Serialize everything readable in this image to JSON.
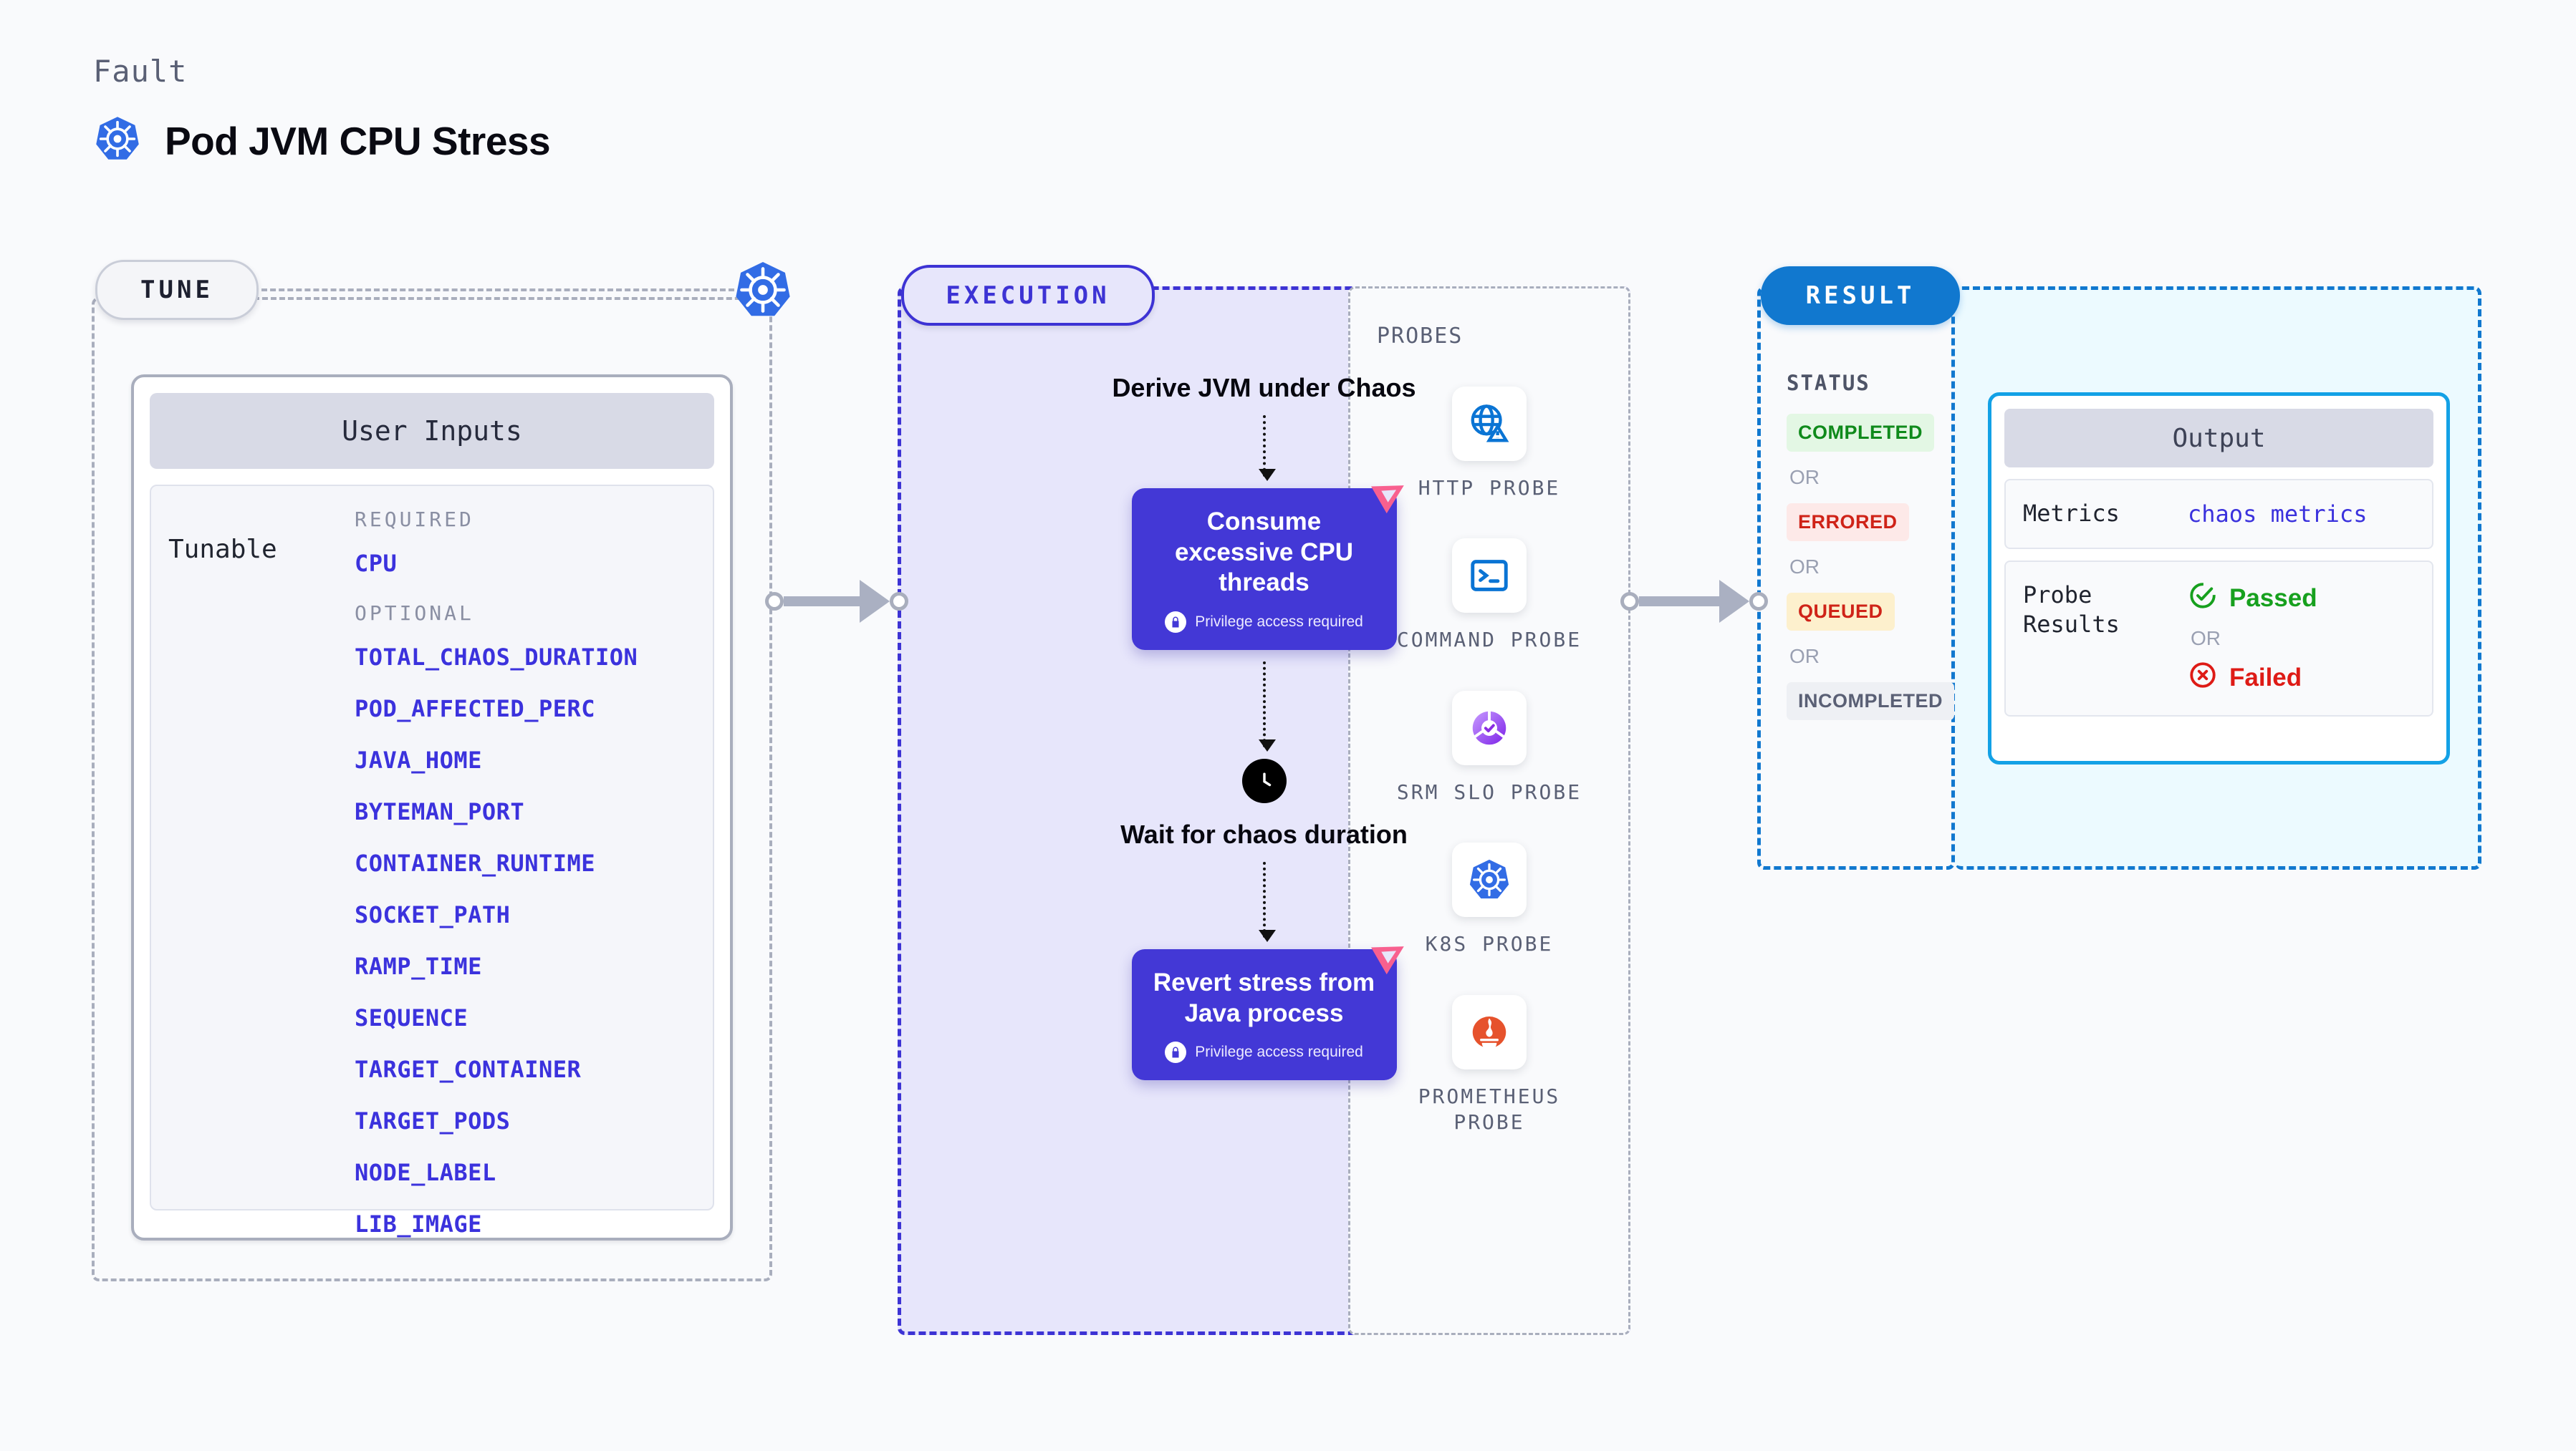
{
  "header": {
    "eyebrow": "Fault",
    "title": "Pod JVM CPU Stress",
    "icon": "kubernetes-icon"
  },
  "tune": {
    "badge": "TUNE",
    "node_icon": "kubernetes-icon",
    "user_inputs": {
      "header": "User Inputs",
      "row_label": "Tunable",
      "groups": [
        {
          "label": "REQUIRED",
          "params": [
            "CPU"
          ]
        },
        {
          "label": "OPTIONAL",
          "params": [
            "TOTAL_CHAOS_DURATION",
            "POD_AFFECTED_PERC",
            "JAVA_HOME",
            "BYTEMAN_PORT",
            "CONTAINER_RUNTIME",
            "SOCKET_PATH",
            "RAMP_TIME",
            "SEQUENCE",
            "TARGET_CONTAINER",
            "TARGET_PODS",
            "NODE_LABEL",
            "LIB_IMAGE"
          ]
        }
      ]
    }
  },
  "execution": {
    "badge": "EXECUTION",
    "steps": [
      {
        "type": "text",
        "label": "Derive JVM under Chaos"
      },
      {
        "type": "box",
        "label": "Consume excessive CPU threads",
        "note": "Privilege access required",
        "badge": "chaos-badge",
        "note_icon": "lock-icon"
      },
      {
        "type": "clock",
        "label": "Wait for chaos duration",
        "icon": "clock-icon"
      },
      {
        "type": "box",
        "label": "Revert stress from Java process",
        "note": "Privilege access required",
        "badge": "chaos-badge",
        "note_icon": "lock-icon"
      }
    ]
  },
  "probes": {
    "title": "PROBES",
    "items": [
      {
        "label": "HTTP PROBE",
        "icon": "globe-warning-icon"
      },
      {
        "label": "COMMAND PROBE",
        "icon": "terminal-icon"
      },
      {
        "label": "SRM SLO PROBE",
        "icon": "slo-check-icon"
      },
      {
        "label": "K8S PROBE",
        "icon": "kubernetes-icon"
      },
      {
        "label": "PROMETHEUS PROBE",
        "icon": "prometheus-icon"
      }
    ]
  },
  "result": {
    "badge": "RESULT",
    "status_title": "STATUS",
    "or_label": "OR",
    "statuses": [
      {
        "label": "COMPLETED",
        "style": "st-completed"
      },
      {
        "label": "ERRORED",
        "style": "st-errored"
      },
      {
        "label": "QUEUED",
        "style": "st-queued"
      },
      {
        "label": "INCOMPLETED",
        "style": "st-incompleted"
      }
    ]
  },
  "output": {
    "header": "Output",
    "metrics_key": "Metrics",
    "metrics_value": "chaos metrics",
    "probe_key": "Probe Results",
    "passed_label": "Passed",
    "failed_label": "Failed",
    "or_label": "OR",
    "passed_icon": "check-circle-icon",
    "failed_icon": "x-circle-icon"
  },
  "colors": {
    "kubernetes_blue": "#326ce5",
    "execution_purple": "#3d33d4",
    "step_purple": "#4338d6",
    "result_blue": "#1178cf",
    "output_cyan": "#13a1e6",
    "chaos_pink": "#f8608f",
    "param_blue": "#3b32dd",
    "pass_green": "#17a01e",
    "fail_red": "#de1b16"
  }
}
